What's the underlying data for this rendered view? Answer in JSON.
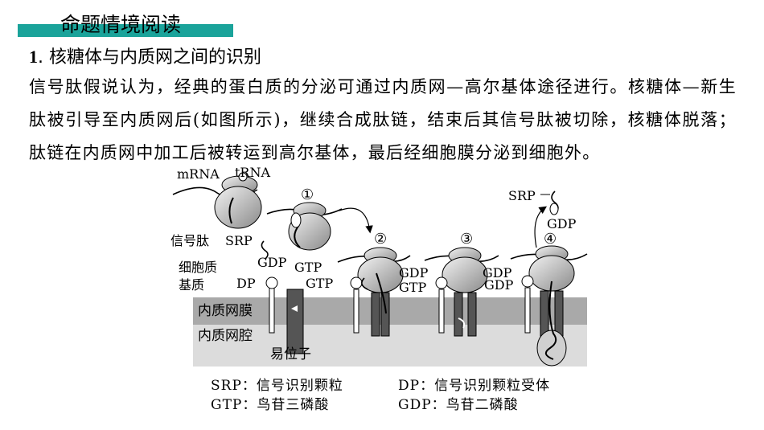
{
  "header": {
    "title": "命题情境阅读"
  },
  "section": {
    "number": "1",
    "title": ". 核糖体与内质网之间的识别"
  },
  "paragraph": "信号肽假说认为，经典的蛋白质的分泌可通过内质网—高尔基体途径进行。核糖体—新生肽被引导至内质网后(如图所示)，继续合成肽链，结束后其信号肽被切除，核糖体脱落；肽链在内质网中加工后被转运到高尔基体，最后经细胞膜分泌到细胞外。",
  "figure": {
    "labels": {
      "mrna": "mRNA",
      "trna": "tRNA",
      "signal_peptide": "信号肽",
      "srp": "SRP",
      "gdp": "GDP",
      "gtp": "GTP",
      "dp": "DP",
      "cytoplasm_line1": "细胞质",
      "cytoplasm_line2": "基质",
      "er_membrane": "内质网膜",
      "er_lumen": "内质网腔",
      "translocon": "易位子",
      "step1": "①",
      "step2": "②",
      "step3": "③",
      "step4": "④"
    },
    "legend": {
      "srp": "SRP：信号识别颗粒",
      "dp": "DP：信号识别颗粒受体",
      "gtp": "GTP：鸟苷三磷酸",
      "gdp": "GDP：鸟苷二磷酸"
    }
  },
  "colors": {
    "accent": "#1aa39a",
    "membrane": "#a9a9a9",
    "lumen": "#dcdcdc"
  }
}
